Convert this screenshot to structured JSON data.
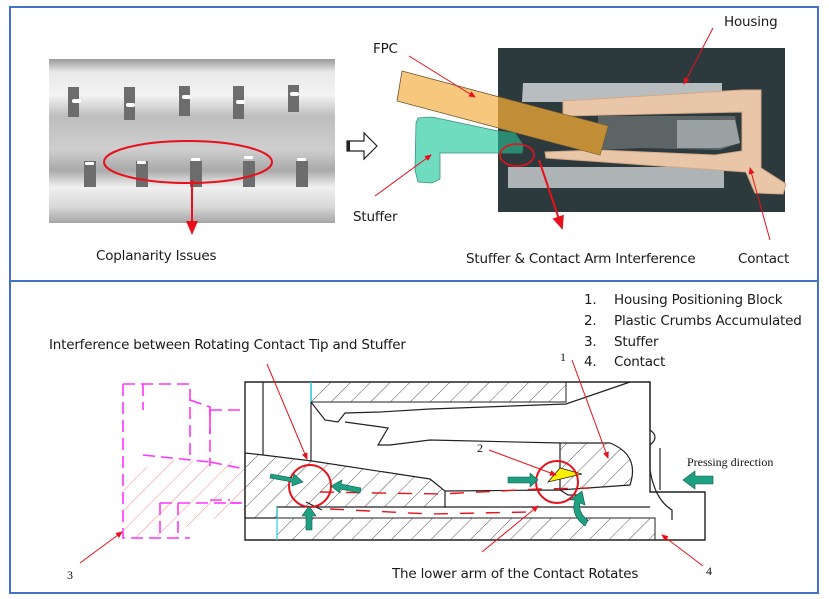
{
  "top_panel": {
    "photo_caption": "Coplanarity Issues",
    "labels": {
      "fpc": "FPC",
      "stuffer": "Stuffer",
      "housing": "Housing",
      "contact": "Contact",
      "interference": "Stuffer & Contact Arm Interference"
    },
    "arrow_icon": "hollow-right-arrow"
  },
  "bottom_panel": {
    "title": "Interference between Rotating Contact Tip and Stuffer",
    "lower_arm_caption": "The lower arm of the Contact Rotates",
    "pressing_direction": "Pressing direction",
    "callouts": [
      "1",
      "2",
      "3",
      "4"
    ],
    "legend": [
      {
        "num": "1.",
        "text": "Housing Positioning Block"
      },
      {
        "num": "2.",
        "text": "Plastic Crumbs Accumulated"
      },
      {
        "num": "3.",
        "text": "Stuffer"
      },
      {
        "num": "4.",
        "text": "Contact"
      }
    ]
  },
  "colors": {
    "panel_border": "#4472c4",
    "annotation_red": "#e8101a",
    "fpc_orange": "#f8c77e",
    "stuffer_teal": "#6fdcc0",
    "arrow_teal": "#1fa083",
    "stuffer_outline_magenta": "#ff33ff",
    "crumbs_yellow": "#ffee00",
    "contact_copper": "#e9c6a8"
  }
}
